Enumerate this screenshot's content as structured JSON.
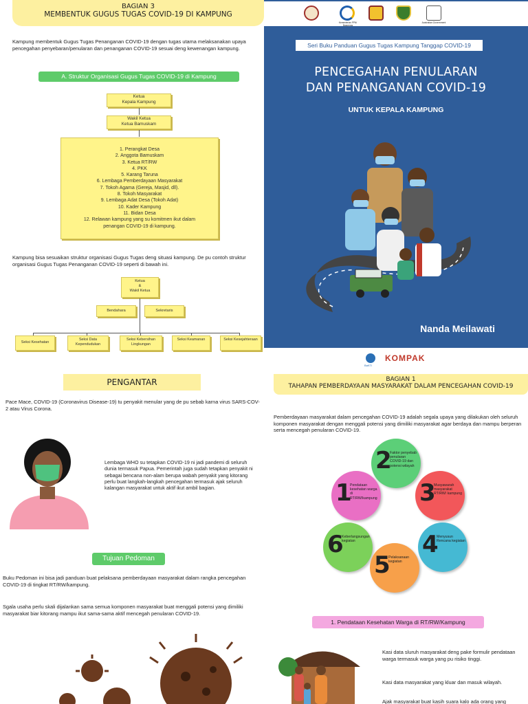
{
  "top_left": {
    "banner_line1": "BAGIAN 3",
    "banner_line2": "MEMBENTUK GUGUS TUGAS COVID-19 DI KAMPUNG",
    "intro": "Kampung membentuk Gugus Tugas Penanganan COVID-19 dengan tugas utama melaksanakan upaya pencegahan penyebaran/penularan dan penanganan COVID-19 sesuai deng kewenangan kampung.",
    "section_title": "A. Struktur Organisasi Gugus Tugas COVID-19 di Kampung",
    "box_ketua": "Ketua\nKepala Kampung",
    "box_wakil": "Wakil Ketua\nKetua Bamuskam",
    "members": [
      "1. Perangkat Desa",
      "2. Anggota Bamuskam",
      "3. Ketua RT/RW",
      "4. PKK",
      "5. Karang Taruna",
      "6. Lembaga Pemberdayaan Masyarakat",
      "7. Tokoh Agama (Gereja, Masjid, dll).",
      "8. Tokoh Masyarakat",
      "9. Lembaga Adat Desa (Tokoh Adat)",
      "10. Kader Kampung",
      "11. Bidan Desa",
      "12. Relawan kampung yang su komitmen ikut dalam penangan COVID-19 di kampung."
    ],
    "note": "Kampung bisa sesuaikan struktur organisasi Gugus Tugas deng situasi kampung. De pu contoh struktur organisasi Gugus Tugas Penanganan COVID-19 seperti di bawah ini.",
    "org_top": "Ketua\n&\nWakil Ketua",
    "org_bendahara": "Bendahara",
    "org_sekretaris": "Sekretaris",
    "org_seksi": [
      "Seksi Kesehatan",
      "Seksi Data Kependudukan",
      "Seksi Kebersihan Lingkungan",
      "Seksi Keamanan",
      "Seksi Kesejahteraan"
    ]
  },
  "cover": {
    "series": "Seri Buku Panduan Gugus Tugas Kampung Tanggap COVID-19",
    "title_line1": "PENCEGAHAN PENULARAN",
    "title_line2": "DAN PENANGANAN COVID-19",
    "subtitle": "UNTUK KEPALA KAMPUNG",
    "author": "Nanda Meilawati",
    "logo_caption_2": "Kementerian PPN/ Bappenas",
    "logo_caption_5": "Australian Government",
    "footer_logo_1": "BaKTI",
    "footer_logo_2": "KOMPAK"
  },
  "bottom_left": {
    "banner": "PENGANTAR",
    "p1": "Pace Mace, COVID-19 (Coronavirus Disease-19) tu penyakit menular yang de pu sebab karna virus SARS-COV-2 atau Virus Corona.",
    "p2": "Lembaga WHO su tetapkan COVID-19 ni jadi pandemi di seluruh dunia termasuk Papua. Pemerintah juga sudah tetapkan penyakit ni sebagai bencana non-alam berupa wabah penyakit yang kitorang perlu buat langkah-langkah pencegahan termasuk ajak seluruh kalangan masyarakat untuk aktif ikut ambil bagian.",
    "section_title": "Tujuan Pedoman",
    "p3": "Buku Pedoman ini bisa jadi panduan buat pelaksana pemberdayaan masyarakat dalam rangka pencegahan COVID-19 di tingkat RT/RW/kampung.",
    "p4": "Sgala usaha perlu skali dijalankan sama semua komponen masyarakat buat menggali potensi yang dimiliki masyarakat biar kitorang mampu ikut sama-sama aktif mencegah penularan COVID-19."
  },
  "bottom_right": {
    "banner_line1": "BAGIAN 1",
    "banner_line2": "TAHAPAN PEMBERDAYAAN MASYARAKAT DALAM PENCEGAHAN COVID-19",
    "intro": "Pemberdayaan masyarakat dalam pencegahan COVID-19 adalah segala upaya yang dilakukan oleh seluruh komponen masyarakat dengan menggali potensi yang dimiliki masyarakat agar berdaya dan mampu berperan serta mencegah penularan COVID-19.",
    "steps": [
      {
        "n": "1",
        "text": "Pendataan kesehatan warga di RT/RW/kampung",
        "color": "#e96fc4"
      },
      {
        "n": "2",
        "text": "Faktor penyebab penularan COVID-19 dan potensi wilayah",
        "color": "#5ccf78"
      },
      {
        "n": "3",
        "text": "Musyawarah masyarakat RT/RW/ kampung",
        "color": "#f2575a"
      },
      {
        "n": "4",
        "text": "Menyusun Rencana kegiatan",
        "color": "#45b9d3"
      },
      {
        "n": "5",
        "text": "Pelaksanaan kegiatan",
        "color": "#f7a04a"
      },
      {
        "n": "6",
        "text": "Keberlangsungan kegiatan",
        "color": "#7cd15a"
      }
    ],
    "section_title": "1. Pendataan Kesehatan Warga di RT/RW/Kampung",
    "b1": "Kasi data sluruh masyarakat deng pake formulir pendataan warga termasuk warga yang pu risiko tinggi.",
    "b2": "Kasi data masyarakat yang kluar dan masuk wilayah.",
    "b3": "Ajak masyarakat buat kasih suara kalo ada orang yang"
  }
}
